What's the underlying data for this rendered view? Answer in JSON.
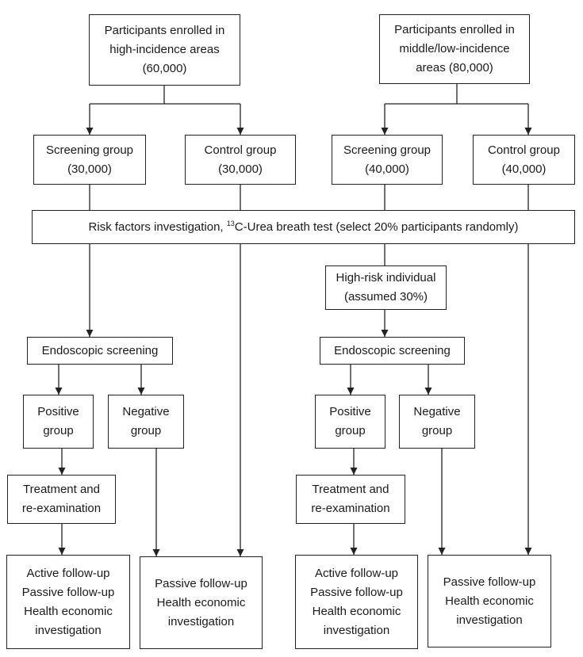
{
  "nodes": {
    "enroll_high": {
      "lines": [
        "Participants enrolled in",
        "high-incidence areas",
        "(60,000)"
      ]
    },
    "enroll_mid": {
      "lines": [
        "Participants enrolled in",
        "middle/low-incidence",
        "areas (80,000)"
      ]
    },
    "screen_high": {
      "lines": [
        "Screening group",
        "(30,000)"
      ]
    },
    "control_high": {
      "lines": [
        "Control group",
        "(30,000)"
      ]
    },
    "screen_mid": {
      "lines": [
        "Screening group",
        "(40,000)"
      ]
    },
    "control_mid": {
      "lines": [
        "Control group",
        "(40,000)"
      ]
    },
    "risk": {
      "prefix": "Risk factors investigation, ",
      "sup": "13",
      "suffix": "C-Urea breath test (select 20% participants randomly)"
    },
    "high_risk": {
      "lines": [
        "High-risk individual",
        "(assumed 30%)"
      ]
    },
    "endo_left": {
      "lines": [
        "Endoscopic screening"
      ]
    },
    "endo_right": {
      "lines": [
        "Endoscopic screening"
      ]
    },
    "pos_left": {
      "lines": [
        "Positive",
        "group"
      ]
    },
    "neg_left": {
      "lines": [
        "Negative",
        "group"
      ]
    },
    "pos_right": {
      "lines": [
        "Positive",
        "group"
      ]
    },
    "neg_right": {
      "lines": [
        "Negative",
        "group"
      ]
    },
    "treat_left": {
      "lines": [
        "Treatment and",
        "re-examination"
      ]
    },
    "treat_right": {
      "lines": [
        "Treatment and",
        "re-examination"
      ]
    },
    "active_left": {
      "lines": [
        "Active follow-up",
        "Passive follow-up",
        "Health economic",
        "investigation"
      ]
    },
    "passive_left": {
      "lines": [
        "Passive follow-up",
        "Health economic",
        "investigation"
      ]
    },
    "active_right": {
      "lines": [
        "Active follow-up",
        "Passive follow-up",
        "Health economic",
        "investigation"
      ]
    },
    "passive_right": {
      "lines": [
        "Passive follow-up",
        "Health economic",
        "investigation"
      ]
    }
  }
}
